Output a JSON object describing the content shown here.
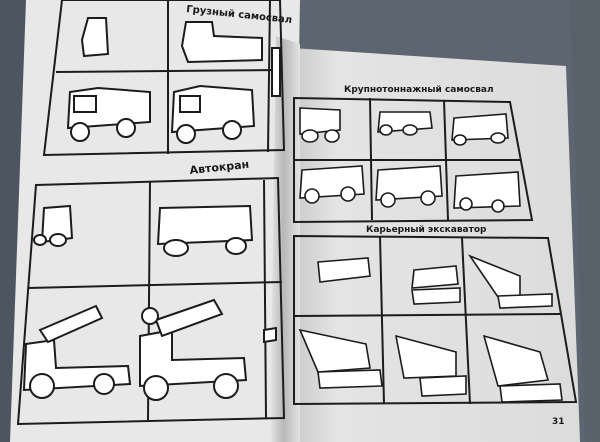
{
  "left_page": {
    "top_title": "Грузный самосвал",
    "section_title": "Автокран"
  },
  "right_page": {
    "section1_title": "Крупнотоннажный самосвал",
    "section2_title": "Карьерный экскаватор",
    "page_number": "31"
  }
}
